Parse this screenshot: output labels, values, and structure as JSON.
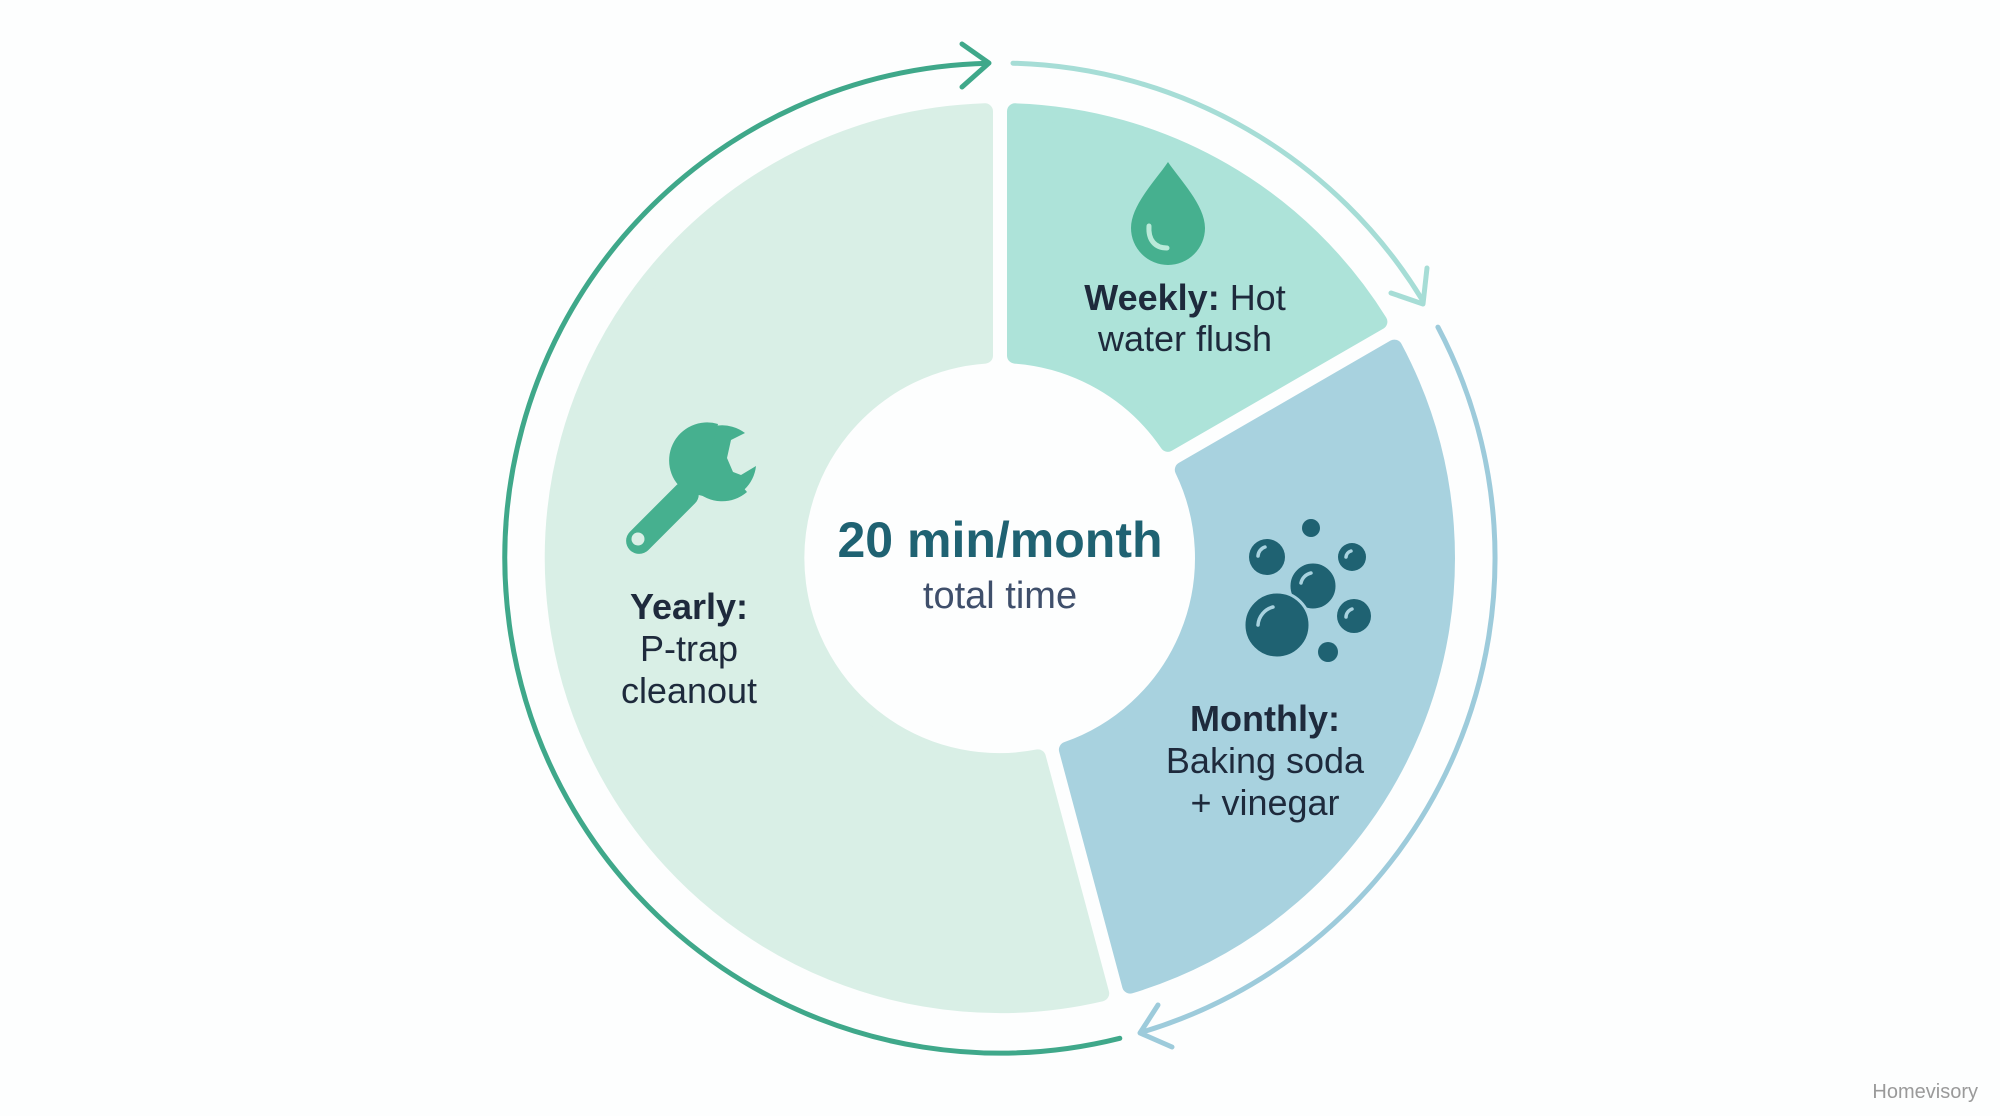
{
  "diagram": {
    "type": "cycle-donut",
    "center": {
      "value": "20 min/month",
      "caption": "total time"
    },
    "segments": [
      {
        "id": "weekly",
        "frequency": "Weekly:",
        "task_line1": "Hot",
        "task_line2": "water flush",
        "icon": "water-drop-icon",
        "fill_color": "#ade3d9",
        "icon_color": "#46b08f",
        "arc_color": "#a6ddd6"
      },
      {
        "id": "monthly",
        "frequency": "Monthly:",
        "task_line1": "Baking soda",
        "task_line2": "+ vinegar",
        "icon": "bubbles-icon",
        "fill_color": "#a8d2df",
        "icon_color": "#1f6272",
        "arc_color": "#9dcbdb"
      },
      {
        "id": "yearly",
        "frequency": "Yearly:",
        "task_line1": "P-trap",
        "task_line2": "cleanout",
        "icon": "wrench-icon",
        "fill_color": "#d9efe6",
        "icon_color": "#46b08f",
        "arc_color": "#3fa88a"
      }
    ]
  },
  "footer": {
    "brand": "Homevisory"
  }
}
